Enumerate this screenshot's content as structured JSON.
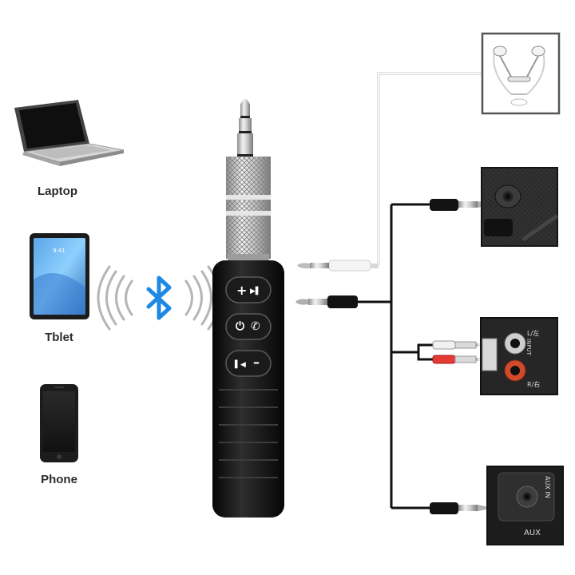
{
  "devices": {
    "laptop_label": "Laptop",
    "tablet_label": "Tblet",
    "phone_label": "Phone"
  },
  "tablet_screen": {
    "time": "9:41"
  },
  "receiver": {
    "buttons": {
      "top_plus": "+",
      "top_next": "▶▌",
      "mid_power": "⏻",
      "mid_call": "✆",
      "bottom_prev": "▌◀",
      "bottom_minus": "–"
    }
  },
  "ports": {
    "rca_panel": {
      "l_text": "L/左",
      "input_text": "INPUT",
      "r_text": "R/右"
    },
    "aux_panel": {
      "aux_in_text": "AUX IN",
      "aux_text": "AUX"
    }
  },
  "colors": {
    "bluetooth": "#1e88e5",
    "device_body": "#1a1a1a",
    "cable": "#111111",
    "metal": "#c9c9c9"
  },
  "icons": [
    "bluetooth-icon",
    "laptop-icon",
    "tablet-icon",
    "phone-icon",
    "earphones-icon"
  ]
}
